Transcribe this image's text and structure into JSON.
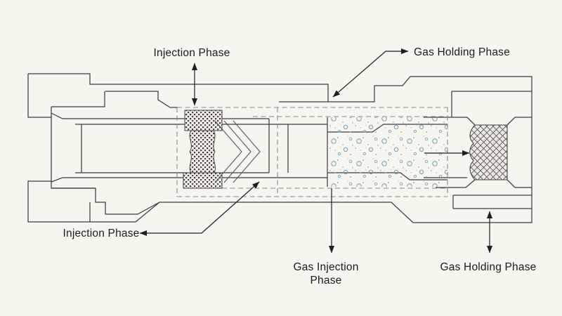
{
  "diagram": {
    "type": "engineering-cross-section",
    "subject": "gas injection tool cross-section"
  },
  "labels": {
    "top_injection": "Injection Phase",
    "top_gas_holding": "Gas Holding Phase",
    "bottom_injection": "Injection Phase",
    "bottom_gas_injection_line1": "Gas Injection",
    "bottom_gas_injection_line2": "Phase",
    "bottom_gas_holding": "Gas Holding Phase"
  },
  "colors": {
    "background": "#f6f5ee",
    "outline": "#3f3f3f",
    "dashed": "#8a8a8a",
    "arrow": "#1f1f1f",
    "text": "#1b1b1b",
    "bubble_stroke": "#6f9fb8",
    "bubble_dot": "#7fa6bb",
    "hatch": "#5a5a5a",
    "knurl": "#3d3d3d"
  }
}
